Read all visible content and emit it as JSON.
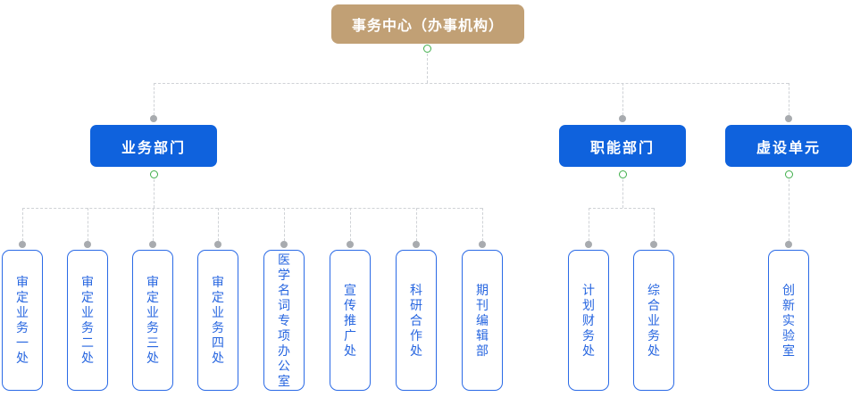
{
  "palette": {
    "root_node_bg": "#c1a075",
    "dept_node_bg": "#0f62dd",
    "leaf_border": "#2a6ae6",
    "leaf_text": "#2766e0",
    "node_text": "#ffffff",
    "connector_line": "#cfd2d6",
    "connector_dot": "#a8abaf",
    "expand_toggle_ring": "#3fae4a"
  },
  "org": {
    "root": {
      "label": "事务中心（办事机构）"
    },
    "groups": [
      {
        "label": "业务部门",
        "children": [
          {
            "label": "审定业务一处"
          },
          {
            "label": "审定业务二处"
          },
          {
            "label": "审定业务三处"
          },
          {
            "label": "审定业务四处"
          },
          {
            "label": "医学名词专项办公室"
          },
          {
            "label": "宣传推广处"
          },
          {
            "label": "科研合作处"
          },
          {
            "label": "期刊编辑部"
          }
        ]
      },
      {
        "label": "职能部门",
        "children": [
          {
            "label": "计划财务处"
          },
          {
            "label": "综合业务处"
          }
        ]
      },
      {
        "label": "虚设单元",
        "children": [
          {
            "label": "创新实验室"
          }
        ]
      }
    ]
  }
}
